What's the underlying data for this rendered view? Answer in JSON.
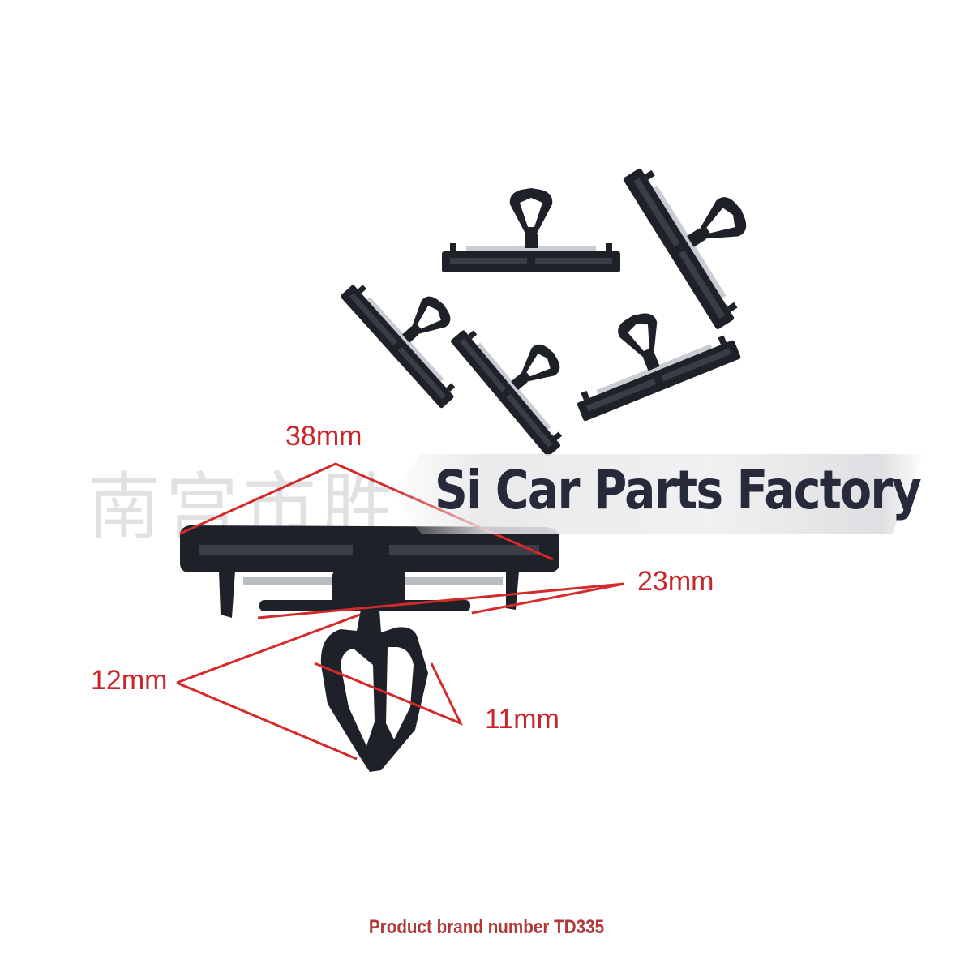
{
  "watermark": "南宫市胜",
  "brand": "Si Car Parts Factory",
  "dimensions": {
    "length": "38mm",
    "width": "23mm",
    "head": "12mm",
    "stem": "11mm"
  },
  "caption": "Product brand number TD335",
  "colors": {
    "part": "#1f2128",
    "annotation": "#d42a2a",
    "caption": "#b03a3a",
    "brand_text": "#262a3a",
    "watermark": "#d8d8d8"
  }
}
